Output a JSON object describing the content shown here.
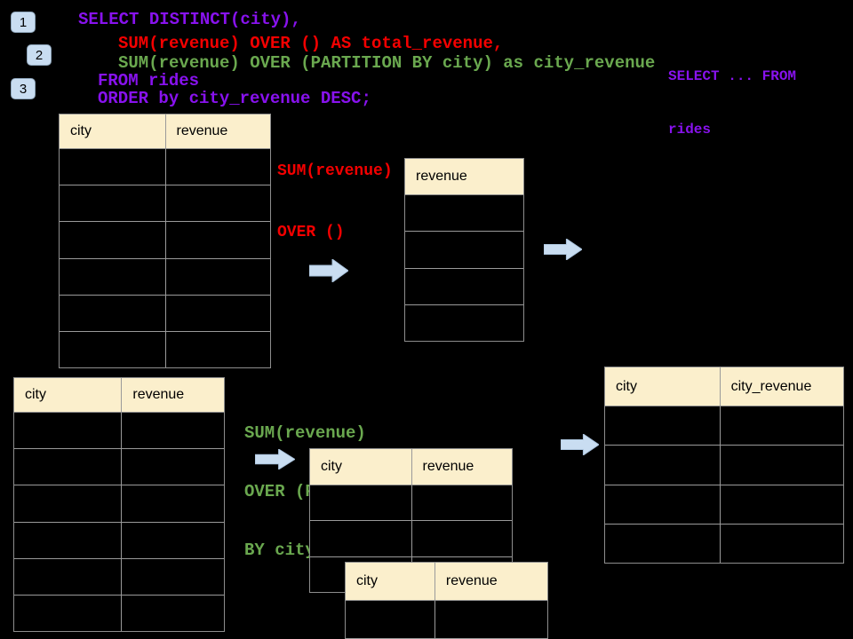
{
  "colors": {
    "background": "#000000",
    "sql_purple": "#8812EE",
    "sql_red": "#F40000",
    "sql_green": "#6AA84F",
    "table_header_fill": "#FBEFCC",
    "arrow_fill": "#C9DDF1"
  },
  "step_badges": [
    {
      "label": "1"
    },
    {
      "label": "2"
    },
    {
      "label": "3"
    }
  ],
  "sql_query": {
    "line1": "SELECT DISTINCT(city),",
    "line2": "SUM(revenue) OVER () AS total_revenue,",
    "line3": "SUM(revenue) OVER (PARTITION BY city) as city_revenue",
    "line4": "FROM rides",
    "line5": "ORDER by city_revenue DESC;"
  },
  "side_note": {
    "line1": "SELECT ... FROM",
    "line2": "rides"
  },
  "annotation_total": {
    "line1": "SUM(revenue)",
    "line2": "OVER ()"
  },
  "annotation_partition": {
    "line1": "SUM(revenue)",
    "line2": "OVER (PARTITION",
    "line3": "BY city)"
  },
  "tables": {
    "rides_top": {
      "columns": [
        "city",
        "revenue"
      ],
      "row_count": 6
    },
    "total_revenue": {
      "columns": [
        "revenue"
      ],
      "row_count": 4
    },
    "rides_bottom": {
      "columns": [
        "city",
        "revenue"
      ],
      "row_count": 6
    },
    "partition_input": {
      "columns": [
        "city",
        "revenue"
      ],
      "row_count": 3
    },
    "partition_overlay": {
      "columns": [
        "city",
        "revenue"
      ],
      "row_count": 2
    },
    "city_revenue_result": {
      "columns": [
        "city",
        "city_revenue"
      ],
      "row_count": 4
    }
  }
}
